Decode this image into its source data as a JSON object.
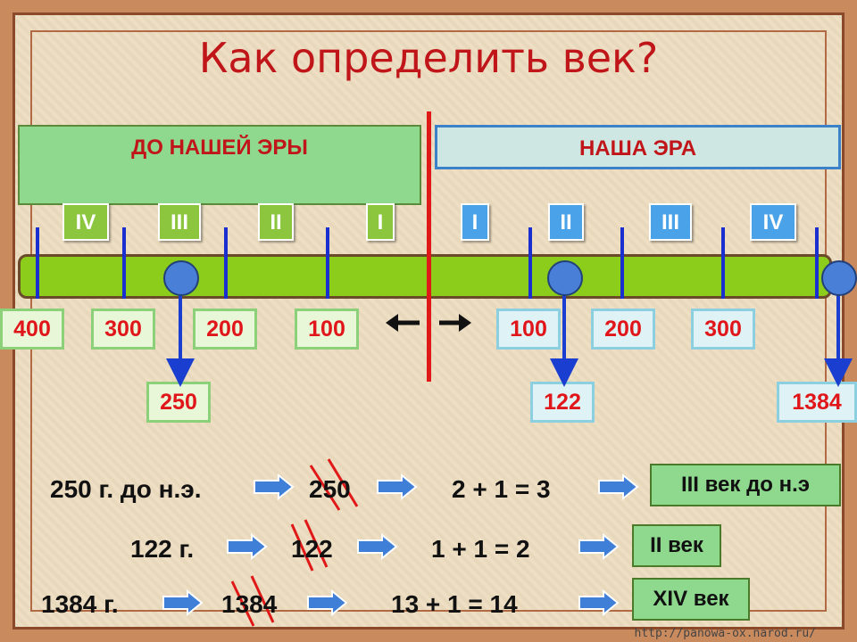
{
  "title": "Как определить век?",
  "eras": {
    "bc": "ДО НАШЕЙ ЭРЫ",
    "ad": "НАША ЭРА"
  },
  "centuries_bc": [
    "IV",
    "III",
    "II",
    "I"
  ],
  "centuries_ad": [
    "I",
    "II",
    "III",
    "IV"
  ],
  "years_bc": [
    "400",
    "300",
    "200",
    "100"
  ],
  "years_ad": [
    "100",
    "200",
    "300"
  ],
  "markers": [
    "250",
    "122",
    "1384"
  ],
  "rows": [
    {
      "input": "250 г. до н.э.",
      "crossed": "250",
      "formula": "2 + 1 = 3",
      "result": "III век до н.э"
    },
    {
      "input": "122 г.",
      "crossed": "122",
      "formula": "1 + 1 = 2",
      "result": "II век"
    },
    {
      "input": "1384 г.",
      "crossed": "1384",
      "formula": "13 + 1 = 14",
      "result": "XIV век"
    }
  ],
  "url": "http://panowa-ox.narod.ru/",
  "colors": {
    "title": "#c0161a",
    "bar": "#8ccc1a",
    "tick": "#1a2fd0",
    "divider": "#e01818"
  }
}
